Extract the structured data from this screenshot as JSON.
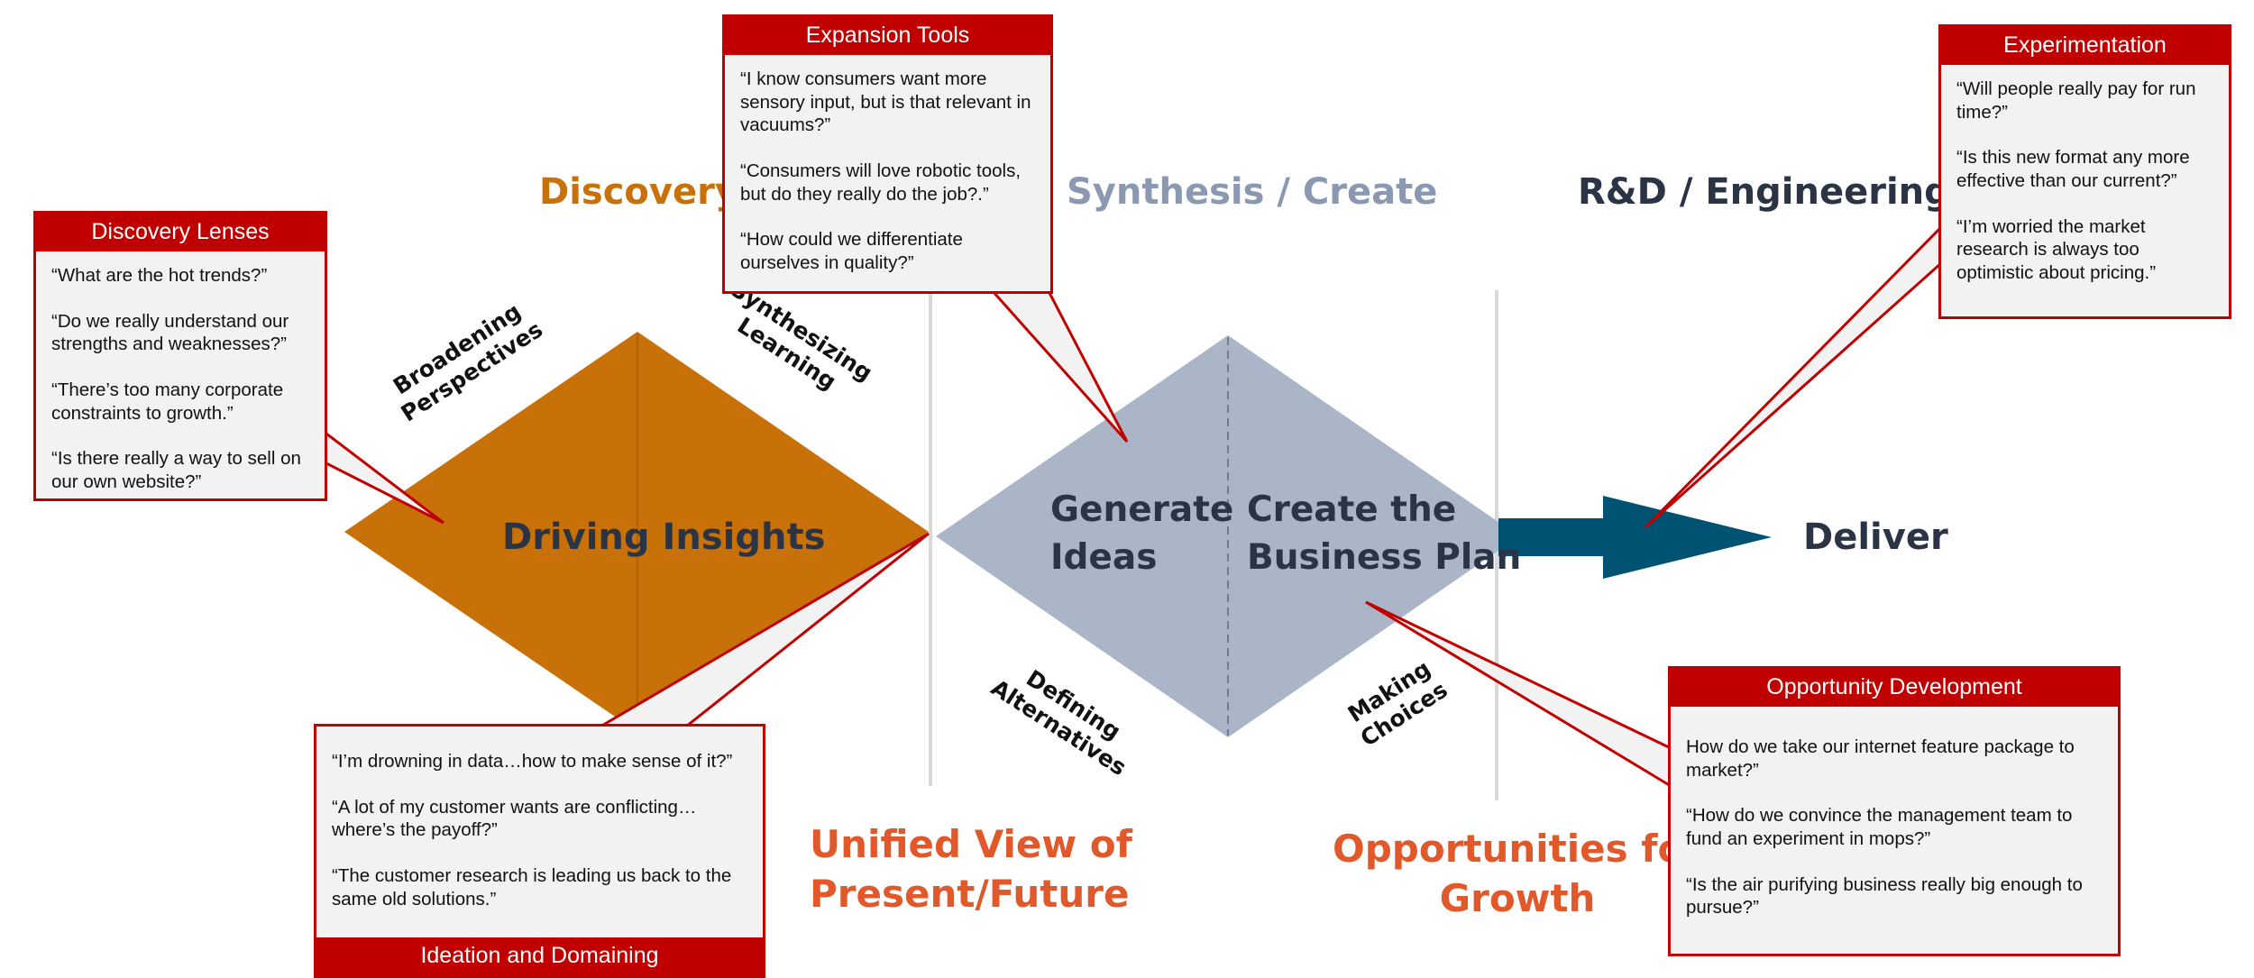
{
  "colors": {
    "discovery": "#c87109",
    "synthesis": "#8a98b1",
    "synthesis_fill": "#aab6c8",
    "engineering": "#2b3445",
    "arrow": "#005272",
    "accent_red": "#c00000",
    "outcome_orange": "#e1582a",
    "callout_bg": "#f2f2f2"
  },
  "stages": {
    "discovery": "Discovery",
    "synthesis": "Synthesis / Create",
    "engineering": "R&D / Engineering"
  },
  "diamonds": {
    "left_label": "Driving Insights",
    "right_label_left": [
      "Generate",
      "Ideas"
    ],
    "right_label_right": [
      "Create the",
      "Business Plan"
    ],
    "deliver": "Deliver"
  },
  "process_labels": {
    "broadening": [
      "Broadening",
      "Perspectives"
    ],
    "synthesizing": [
      "Synthesizing",
      "Learning"
    ],
    "defining": [
      "Defining",
      "Alternatives"
    ],
    "making": [
      "Making",
      "Choices"
    ]
  },
  "outcomes": {
    "unified": [
      "Unified View of",
      "Present/Future"
    ],
    "opportunities": [
      "Opportunities for",
      "Growth"
    ]
  },
  "callouts": {
    "discovery_lenses": {
      "title": "Discovery Lenses",
      "quotes": [
        "“What are the hot trends?”",
        "“Do we really understand our strengths and weaknesses?”",
        "“There’s too many corporate constraints to growth.”",
        "“Is there really a way to sell on our own website?”"
      ]
    },
    "expansion_tools": {
      "title": "Expansion Tools",
      "quotes": [
        "“I know consumers want more sensory input, but is that relevant in vacuums?”",
        "“Consumers will love robotic tools, but do they really do the job?.”",
        "“How could we differentiate ourselves in quality?”"
      ]
    },
    "experimentation": {
      "title": "Experimentation",
      "quotes": [
        "“Will people really pay for run time?”",
        "“Is this new format any more effective than our current?”",
        "“I’m worried the market research is always too optimistic about pricing.”"
      ]
    },
    "ideation": {
      "title": "Ideation and Domaining",
      "quotes": [
        "“I’m drowning in data…how to make sense of it?”",
        "“A lot of my customer wants are conflicting…where’s the payoff?”",
        "“The customer research is leading us back to the same old solutions.”"
      ]
    },
    "opportunity": {
      "title": "Opportunity Development",
      "quotes": [
        "How do we take our internet feature package to market?”",
        "“How do we convince the management team to fund an experiment in mops?”",
        "“Is the air purifying  business really big enough to pursue?”"
      ]
    }
  }
}
